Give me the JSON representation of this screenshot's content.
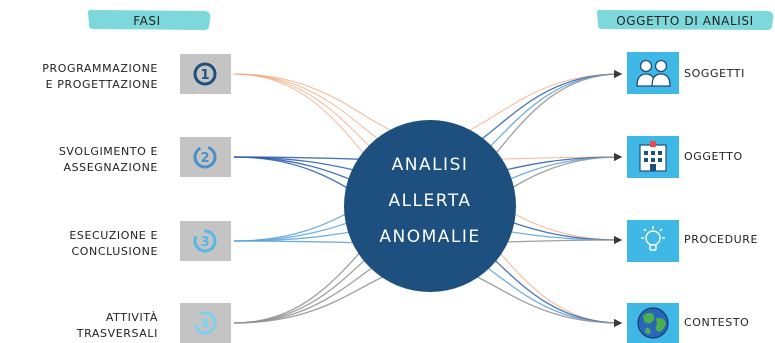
{
  "headers": {
    "left": "FASI",
    "right": "OGGETTO DI ANALISI"
  },
  "center": {
    "lines": [
      "ANALISI",
      "ALLERTA",
      "ANOMALIE"
    ],
    "color": "#1d4f7f"
  },
  "phases": [
    {
      "number": "1",
      "lines": [
        "PROGRAMMAZIONE",
        "E PROGETTAZIONE"
      ],
      "icon": "number-1-icon"
    },
    {
      "number": "2",
      "lines": [
        "SVOLGIMENTO E",
        "ASSEGNAZIONE"
      ],
      "icon": "number-2-icon"
    },
    {
      "number": "3",
      "lines": [
        "ESECUZIONE E",
        "CONCLUSIONE"
      ],
      "icon": "number-3-icon"
    },
    {
      "number": "4",
      "lines": [
        "ATTIVITÀ",
        "TRASVERSALI"
      ],
      "icon": "number-4-icon"
    }
  ],
  "objects": [
    {
      "label": "SOGGETTI",
      "icon": "people-icon"
    },
    {
      "label": "OGGETTO",
      "icon": "hospital-building-icon"
    },
    {
      "label": "PROCEDURE",
      "icon": "lightbulb-idea-icon"
    },
    {
      "label": "CONTESTO",
      "icon": "globe-icon"
    }
  ],
  "colors": {
    "highlight": "#7dd8dc",
    "icon_box_grey": "#c4c4c4",
    "icon_box_blue": "#3fb8e6",
    "line_orange": "#f3a77c",
    "line_dark_blue": "#2a5cae",
    "line_light_blue": "#5aa2d8",
    "line_grey": "#8f8f8f"
  }
}
